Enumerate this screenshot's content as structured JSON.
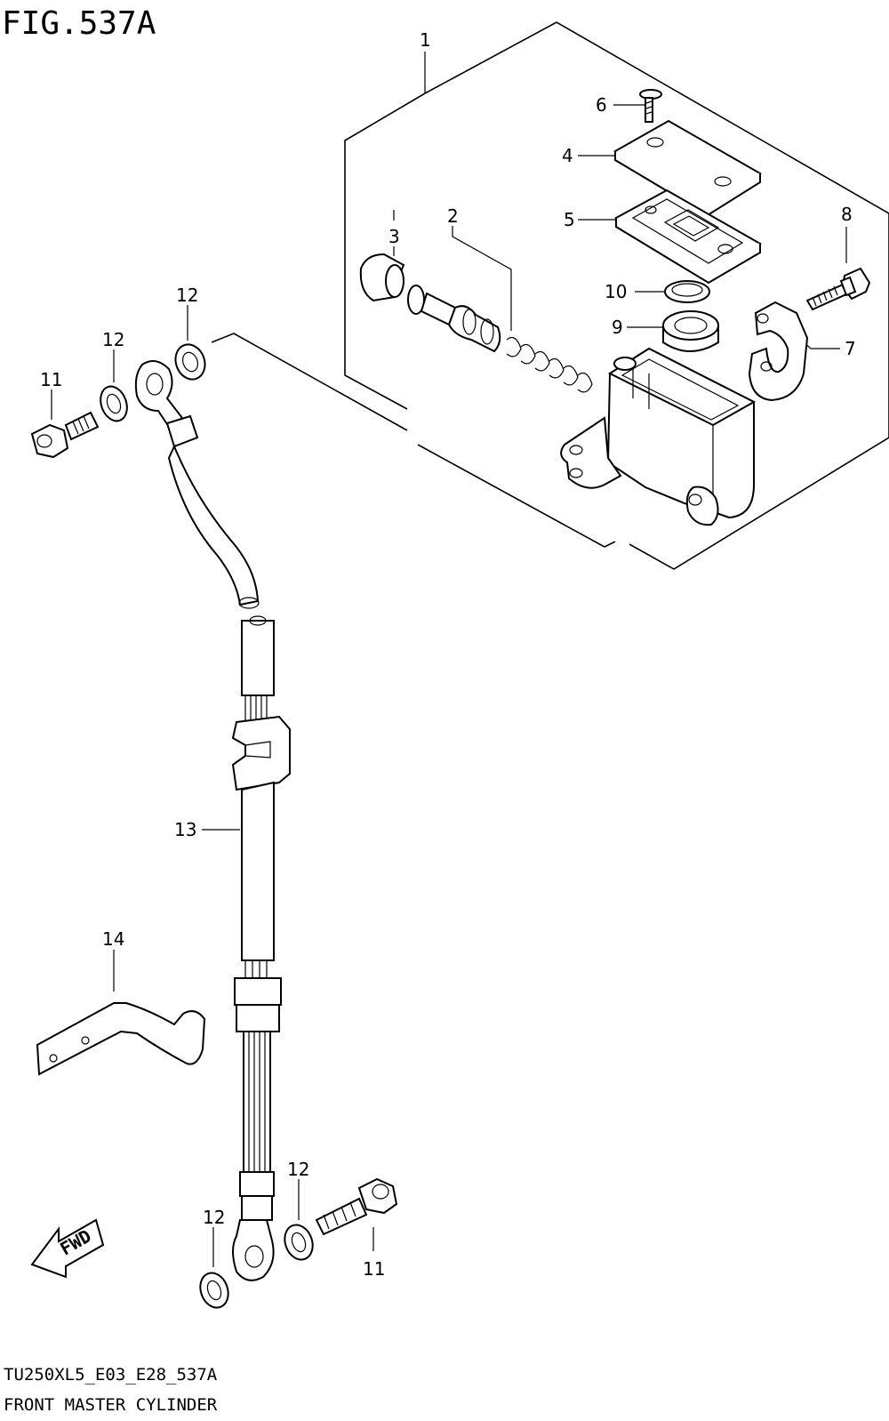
{
  "figure": {
    "title": "FIG.537A",
    "code": "TU250XL5_E03_E28_537A",
    "caption": "FRONT MASTER CYLINDER"
  },
  "fwd_arrow": {
    "text": "FWD"
  },
  "callouts": {
    "c1": "1",
    "c2": "2",
    "c3": "3",
    "c4": "4",
    "c5": "5",
    "c6": "6",
    "c7": "7",
    "c8": "8",
    "c9": "9",
    "c10": "10",
    "c11a": "11",
    "c11b": "11",
    "c12a": "12",
    "c12b": "12",
    "c12c": "12",
    "c12d": "12",
    "c13": "13",
    "c14": "14"
  }
}
